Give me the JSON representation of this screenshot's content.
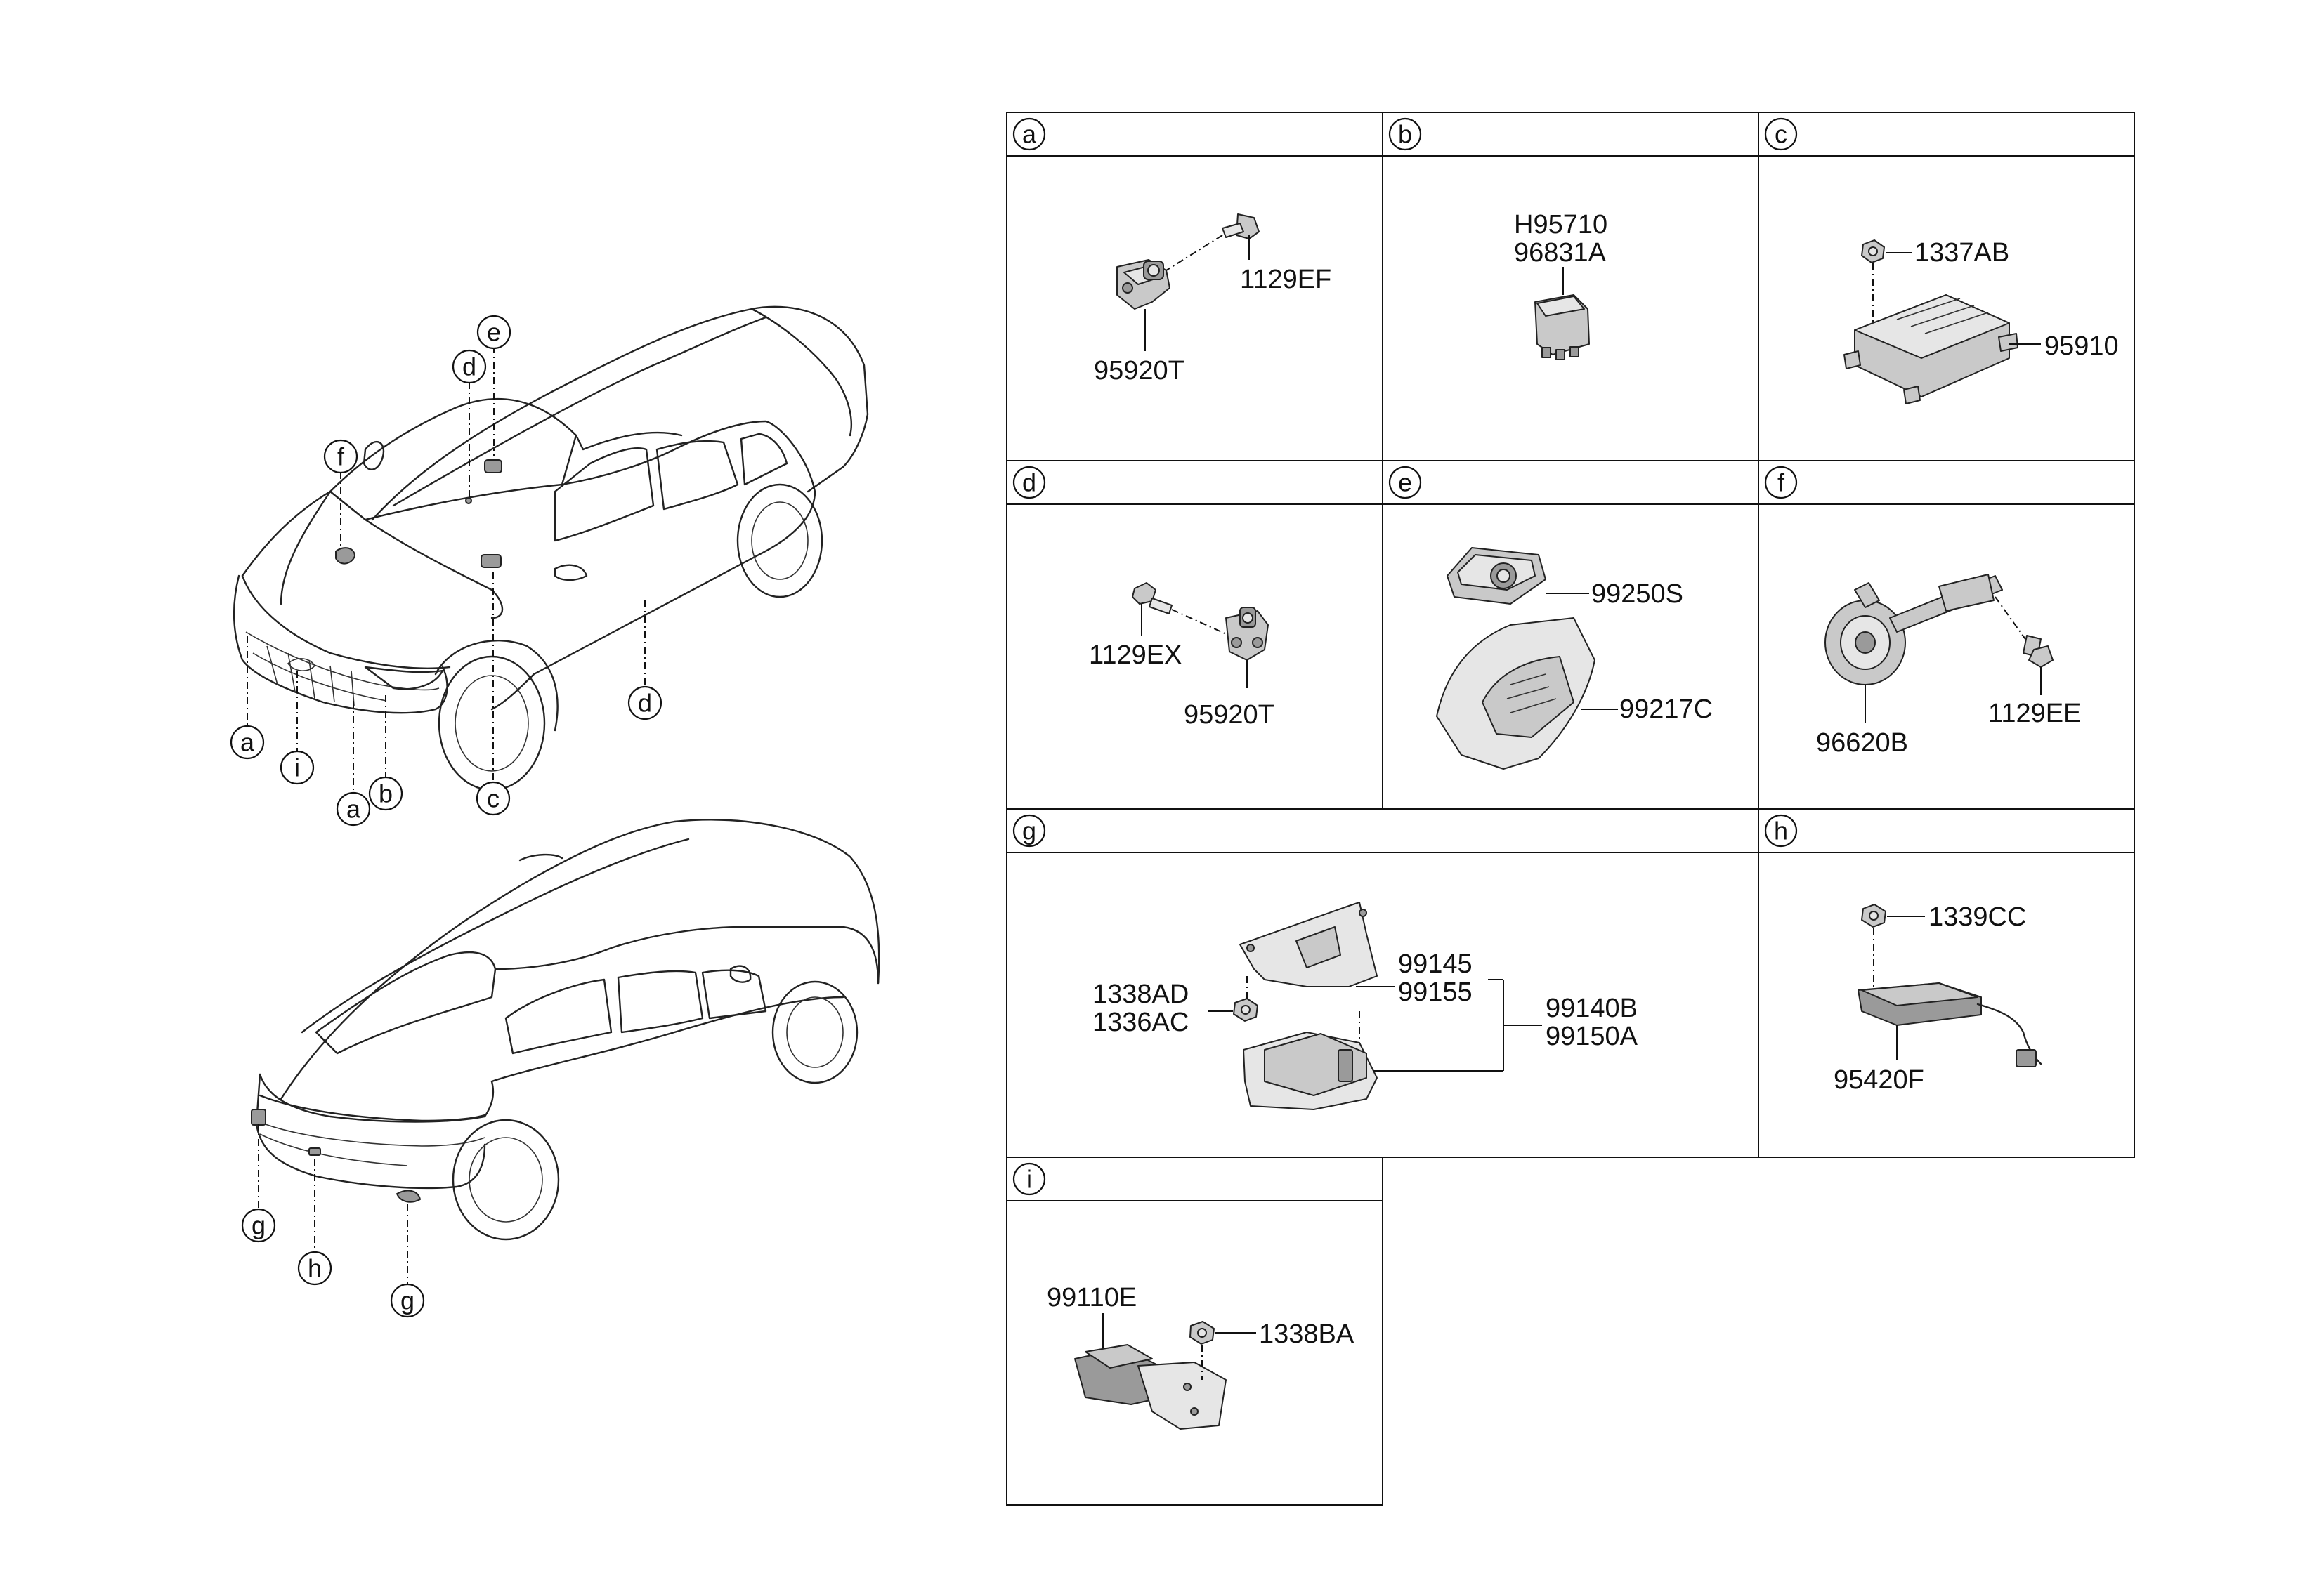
{
  "callouts": {
    "a": "a",
    "b": "b",
    "c": "c",
    "d": "d",
    "e": "e",
    "f": "f",
    "g": "g",
    "h": "h",
    "i": "i"
  },
  "cells": {
    "a": {
      "letter": "a",
      "parts": [
        "1129EF",
        "95920T"
      ]
    },
    "b": {
      "letter": "b",
      "parts": [
        "H95710",
        "96831A"
      ]
    },
    "c": {
      "letter": "c",
      "parts": [
        "1337AB",
        "95910"
      ]
    },
    "d": {
      "letter": "d",
      "parts": [
        "1129EX",
        "95920T"
      ]
    },
    "e": {
      "letter": "e",
      "parts": [
        "99250S",
        "99217C"
      ]
    },
    "f": {
      "letter": "f",
      "parts": [
        "96620B",
        "1129EE"
      ]
    },
    "g": {
      "letter": "g",
      "parts": [
        "1338AD",
        "1336AC",
        "99145",
        "99155",
        "99140B",
        "99150A"
      ]
    },
    "h": {
      "letter": "h",
      "parts": [
        "1339CC",
        "95420F"
      ]
    },
    "i": {
      "letter": "i",
      "parts": [
        "99110E",
        "1338BA"
      ]
    }
  }
}
